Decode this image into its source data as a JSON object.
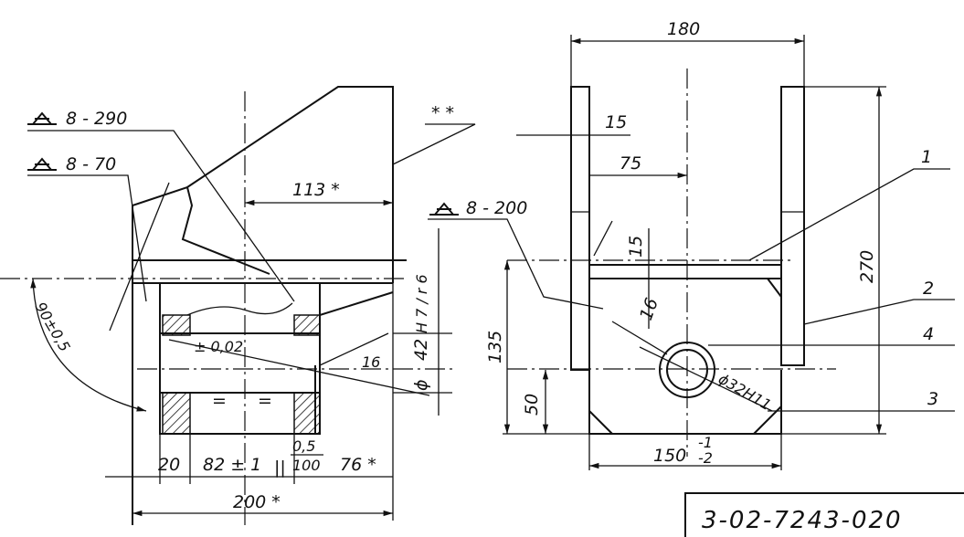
{
  "welds": {
    "w1": "8 - 290",
    "w2": "8 - 70",
    "w3": "8 - 200"
  },
  "markers": {
    "double_star": "* *"
  },
  "left_view": {
    "dim_113": "113 *",
    "dim_h7": "H 7 / r 6",
    "dim_42": "42",
    "phi": "ϕ",
    "tol_002": "± 0,02",
    "angle_16": "16",
    "angle_90": "90±0,5",
    "dim_20": "20",
    "dim_82": "82 ± 1",
    "parallel": "||",
    "frac_top": "0,5",
    "frac_bottom": "100",
    "dim_76": "76 *",
    "dim_200": "200 *",
    "eq1": "=",
    "eq2": "="
  },
  "right_view": {
    "dim_180": "180",
    "dim_15a": "15",
    "dim_75": "75",
    "dim_15b": "15",
    "dim_16": "16",
    "dim_135": "135",
    "dim_50": "50",
    "dim_270": "270",
    "dim_150": "150",
    "tol_150_top": "-1",
    "tol_150_bottom": "-2",
    "hole": "ϕ32H11",
    "pos1": "1",
    "pos2": "2",
    "pos3": "3",
    "pos4": "4"
  },
  "title_block": {
    "number": "3-02-7243-020"
  }
}
